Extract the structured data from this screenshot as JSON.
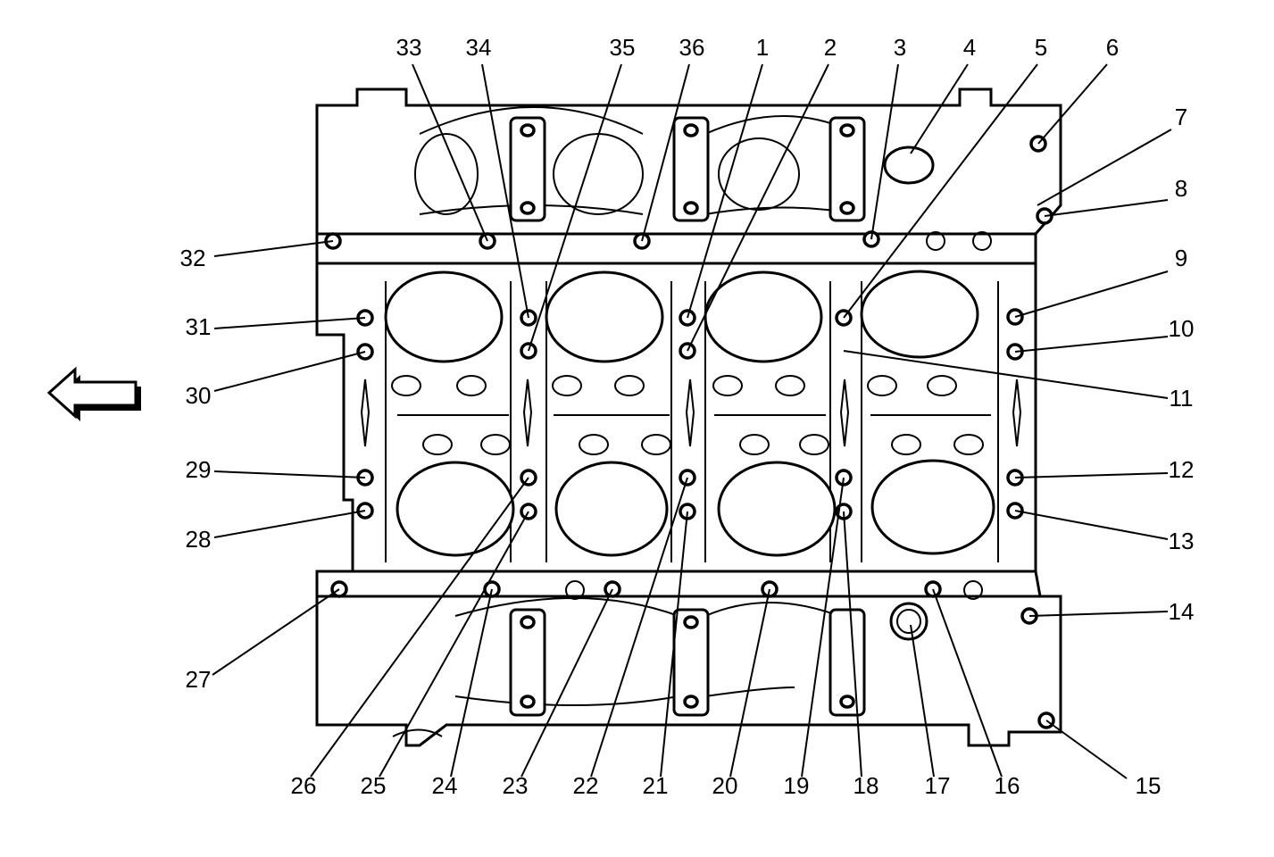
{
  "callouts": [
    {
      "num": "1"
    },
    {
      "num": "2"
    },
    {
      "num": "3"
    },
    {
      "num": "4"
    },
    {
      "num": "5"
    },
    {
      "num": "6"
    },
    {
      "num": "7"
    },
    {
      "num": "8"
    },
    {
      "num": "9"
    },
    {
      "num": "10"
    },
    {
      "num": "11"
    },
    {
      "num": "12"
    },
    {
      "num": "13"
    },
    {
      "num": "14"
    },
    {
      "num": "15"
    },
    {
      "num": "16"
    },
    {
      "num": "17"
    },
    {
      "num": "18"
    },
    {
      "num": "19"
    },
    {
      "num": "20"
    },
    {
      "num": "21"
    },
    {
      "num": "22"
    },
    {
      "num": "23"
    },
    {
      "num": "24"
    },
    {
      "num": "25"
    },
    {
      "num": "26"
    },
    {
      "num": "27"
    },
    {
      "num": "28"
    },
    {
      "num": "29"
    },
    {
      "num": "30"
    },
    {
      "num": "31"
    },
    {
      "num": "32"
    },
    {
      "num": "33"
    },
    {
      "num": "34"
    },
    {
      "num": "35"
    },
    {
      "num": "36"
    }
  ],
  "arrow": {
    "direction": "left",
    "icon": "left-arrow-icon"
  }
}
